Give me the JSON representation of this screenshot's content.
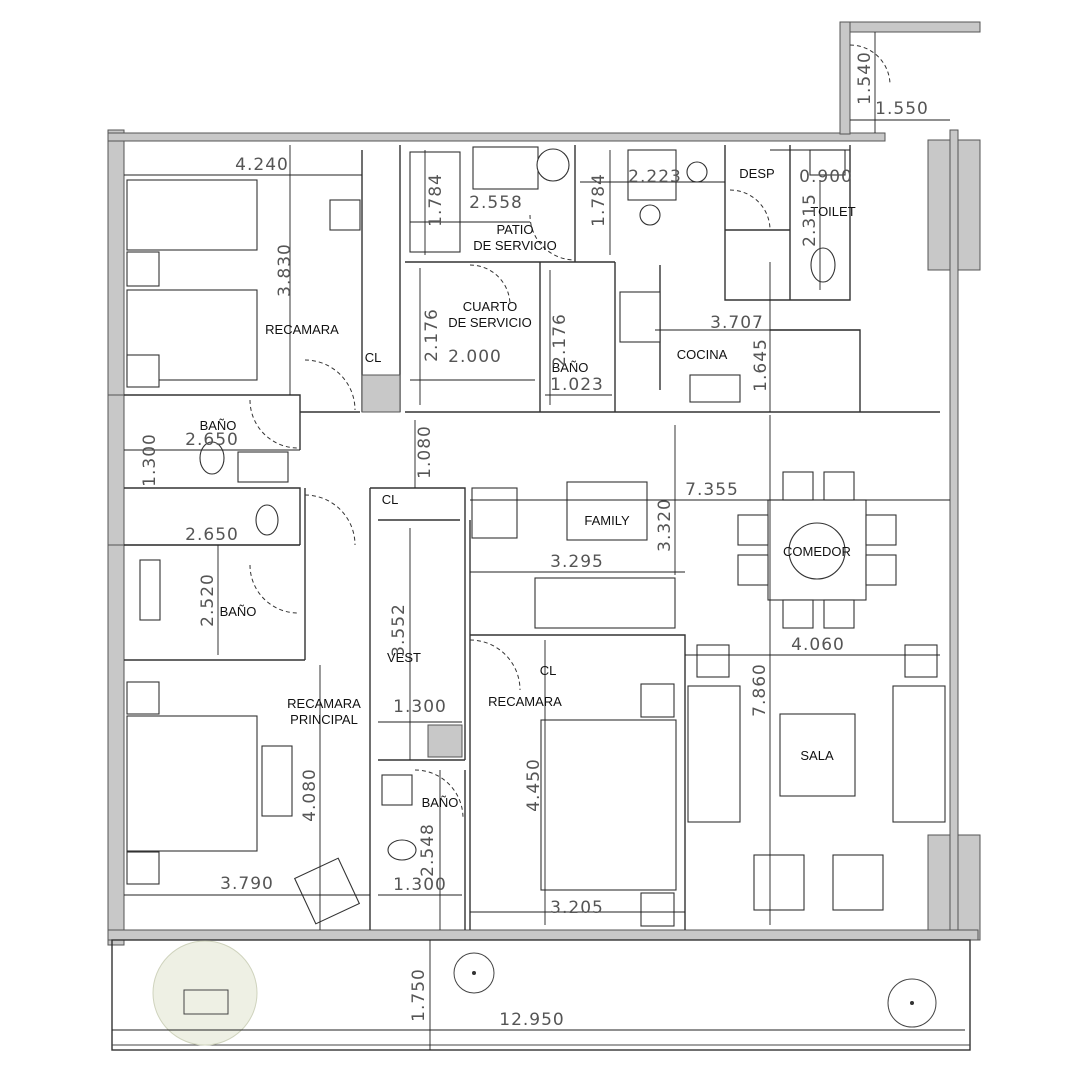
{
  "rooms": {
    "recamara_1": "RECAMARA",
    "cl_1": "CL",
    "patio_1": "PATIO",
    "patio_2": "DE SERVICIO",
    "cuarto_1": "CUARTO",
    "cuarto_2": "DE SERVICIO",
    "bano_servicio": "BAÑO",
    "cocina": "COCINA",
    "desp": "DESP",
    "toilet": "TOILET",
    "bano_1": "BAÑO",
    "bano_2": "BAÑO",
    "cl_2": "CL",
    "family": "FAMILY",
    "comedor": "COMEDOR",
    "vest": "VEST",
    "recamara_principal_1": "RECAMARA",
    "recamara_principal_2": "PRINCIPAL",
    "recamara_2": "RECAMARA",
    "cl_3": "CL",
    "sala": "SALA",
    "bano_3": "BAÑO"
  },
  "dimensions": {
    "d_1540": "1.540",
    "d_1550": "1.550",
    "d_4240": "4.240",
    "d_3830": "3.830",
    "d_2558": "2.558",
    "d_1784a": "1.784",
    "d_1784b": "1.784",
    "d_2223": "2.223",
    "d_0900": "0.900",
    "d_2315": "2.315",
    "d_2176a": "2.176",
    "d_2176b": "2.176",
    "d_2000": "2.000",
    "d_1023": "1.023",
    "d_3707": "3.707",
    "d_1645": "1.645",
    "d_1080": "1.080",
    "d_1300a": "1.300",
    "d_2650a": "2.650",
    "d_2650b": "2.650",
    "d_2520": "2.520",
    "d_7355": "7.355",
    "d_3320": "3.320",
    "d_3295": "3.295",
    "d_3552": "3.552",
    "d_1300b": "1.300",
    "d_4060": "4.060",
    "d_7860": "7.860",
    "d_4080": "4.080",
    "d_4450": "4.450",
    "d_3790": "3.790",
    "d_2548": "2.548",
    "d_1300c": "1.300",
    "d_3205": "3.205",
    "d_1750": "1.750",
    "d_12950": "12.950"
  }
}
